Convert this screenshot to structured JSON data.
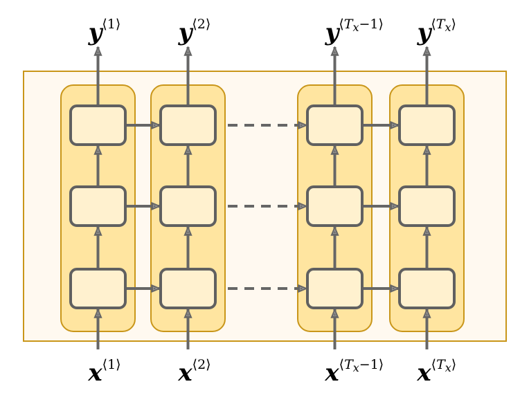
{
  "diagram": {
    "title": "Deep RNN unrolled over time",
    "colors": {
      "frame_fill": "#fff9f0",
      "frame_stroke": "#c9961a",
      "column_fill": "#ffe5a0",
      "column_stroke": "#c9961a",
      "cell_fill": "#fff1cf",
      "cell_stroke": "#606060",
      "arrow": "#666666"
    },
    "layers": 3,
    "timesteps": [
      {
        "id": "t1",
        "input": {
          "base": "x",
          "sup": "1"
        },
        "output": {
          "base": "y",
          "sup": "1"
        }
      },
      {
        "id": "t2",
        "input": {
          "base": "x",
          "sup": "2"
        },
        "output": {
          "base": "y",
          "sup": "2"
        }
      },
      {
        "id": "tTx-1",
        "input": {
          "base": "x",
          "sup_T": "T",
          "sup_sub": "x",
          "sup_rest": "−1"
        },
        "output": {
          "base": "y",
          "sup_T": "T",
          "sup_sub": "x",
          "sup_rest": "−1"
        }
      },
      {
        "id": "tTx",
        "input": {
          "base": "x",
          "sup_T": "T",
          "sup_sub": "x",
          "sup_rest": ""
        },
        "output": {
          "base": "y",
          "sup_T": "T",
          "sup_sub": "x",
          "sup_rest": ""
        }
      }
    ],
    "gap_connection": "dashed",
    "brackets": {
      "open": "⟨",
      "close": "⟩"
    }
  }
}
